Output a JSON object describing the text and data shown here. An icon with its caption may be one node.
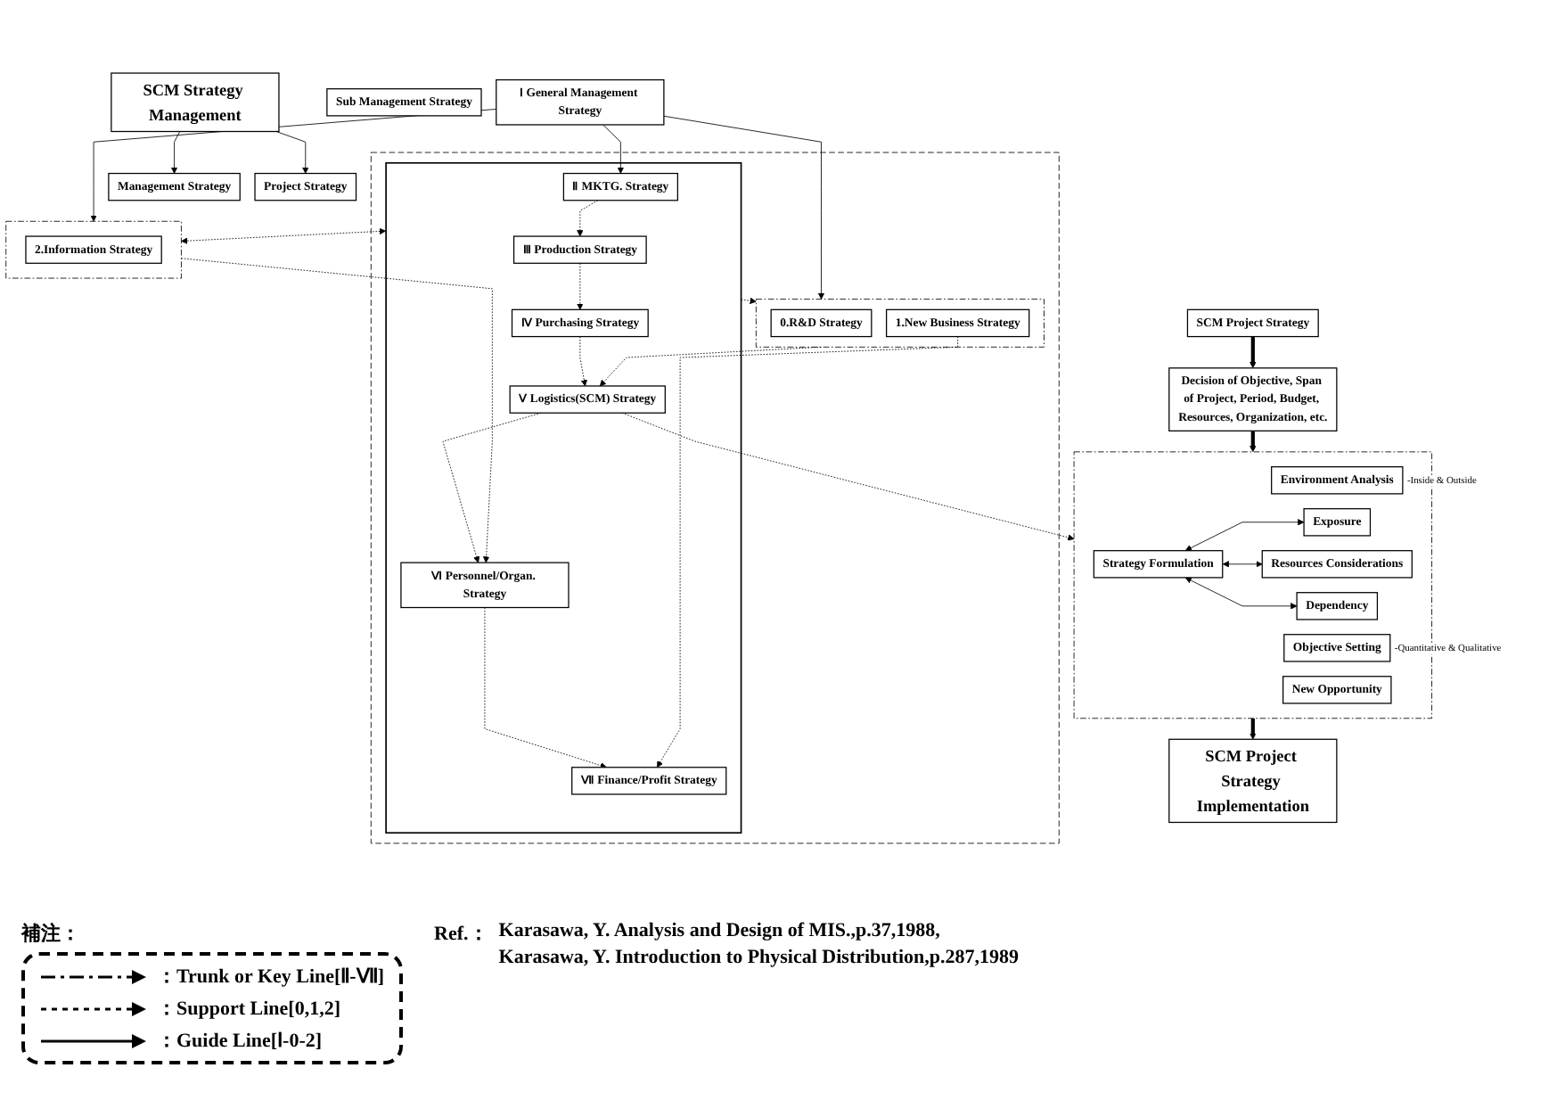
{
  "diagram": {
    "nodes": [
      {
        "text": [
          "SCM Strategy Management"
        ]
      },
      {
        "text": [
          "Management Strategy"
        ]
      },
      {
        "text": [
          "Project Strategy"
        ]
      },
      {
        "text": [
          "Sub Management Strategy"
        ]
      },
      {
        "text": [
          "SCM Project Strategy"
        ]
      },
      {
        "text": [
          "Decision of Objective, Span of Project, Period, Budget, Resources, Organization, etc."
        ]
      },
      {
        "text": [
          "Ⅰ General Management Strategy"
        ]
      },
      {
        "text": [],
        "shape": "box"
      },
      {
        "text": [],
        "shape": "box",
        "in": 7
      },
      {
        "text": [
          "0.R&D Strategy"
        ],
        "in": 8
      },
      {
        "text": [
          "1.New Business Strategy"
        ],
        "in": 8
      },
      {
        "text": [],
        "shape": "box",
        "in": 7
      },
      {
        "text": [
          "Ⅱ MKTG. Strategy"
        ],
        "in": 11
      },
      {
        "text": [
          "Ⅲ Production Strategy"
        ],
        "in": 11
      },
      {
        "text": [
          "Ⅳ Purchasing Strategy"
        ],
        "in": 11
      },
      {
        "text": [
          "Ⅴ Logistics(SCM) Strategy"
        ],
        "in": 11
      },
      {
        "text": [
          "Ⅵ Personnel/Organ. Strategy"
        ],
        "in": 11
      },
      {
        "text": [
          "Ⅶ Finance/Profit Strategy"
        ],
        "in": 11
      },
      {
        "text": [],
        "shape": "box"
      },
      {
        "text": [
          "2.Information Strategy"
        ],
        "in": 18
      },
      {
        "text": [],
        "shape": "box"
      },
      {
        "text": [
          "Environment Analysis"
        ],
        "beside": [
          "-Inside & Outside"
        ],
        "in": 20
      },
      {
        "text": [
          "Objective Setting"
        ],
        "beside": [
          "-Quantitative & Qualitative"
        ],
        "in": 20
      },
      {
        "text": [
          "Strategy Formulation"
        ],
        "in": 20
      },
      {
        "text": [
          "Exposure"
        ],
        "in": 20
      },
      {
        "text": [
          "Resources Considerations"
        ],
        "in": 20
      },
      {
        "text": [
          "Dependency"
        ],
        "in": 20
      },
      {
        "text": [
          "New Opportunity"
        ],
        "in": 20
      },
      {
        "text": [
          "SCM Project Strategy Implementation"
        ]
      }
    ],
    "edges": [
      {
        "from": 0,
        "to": 1,
        "arrow": "to"
      },
      {
        "from": 0,
        "to": 2,
        "arrow": "to"
      },
      {
        "from": 4,
        "to": 5,
        "arrow": "to",
        "style": "thick"
      },
      {
        "from": 5,
        "to": 20,
        "arrow": "to",
        "style": "thick"
      },
      {
        "from": 6,
        "to": 12,
        "arrow": "to"
      },
      {
        "from": 6,
        "to": 8,
        "arrow": "to"
      },
      {
        "from": 6,
        "to": 18,
        "arrow": "to"
      },
      {
        "from": 12,
        "to": 13,
        "arrow": "to",
        "style": "dashed"
      },
      {
        "from": 13,
        "to": 14,
        "arrow": "to",
        "style": "dashed"
      },
      {
        "from": 14,
        "to": 15,
        "arrow": "to",
        "style": "dashed"
      },
      {
        "from": 15,
        "to": 16,
        "arrow": "to",
        "style": "dashed"
      },
      {
        "from": 16,
        "to": 17,
        "arrow": "to",
        "style": "dashed"
      },
      {
        "from": 11,
        "to": 8,
        "arrow": "to",
        "style": "dashed"
      },
      {
        "from": 8,
        "to": 15,
        "arrow": "to",
        "style": "dashed"
      },
      {
        "from": 10,
        "to": 17,
        "arrow": "to",
        "style": "dashed"
      },
      {
        "from": 11,
        "to": 18,
        "arrow": "both",
        "style": "dashed"
      },
      {
        "from": 18,
        "to": 16,
        "arrow": "to",
        "style": "dashed"
      },
      {
        "from": 15,
        "to": 20,
        "arrow": "to",
        "style": "dashed"
      },
      {
        "from": 23,
        "to": 24,
        "arrow": "both"
      },
      {
        "from": 23,
        "to": 25,
        "arrow": "both"
      },
      {
        "from": 23,
        "to": 26,
        "arrow": "both"
      },
      {
        "from": 20,
        "to": 28,
        "arrow": "to",
        "style": "thick"
      }
    ],
    "labels": [
      "補注：",
      "Ref.：",
      "Karasawa, Y. Analysis and Design of MIS.,p.37,1988,",
      "Karasawa, Y. Introduction to Physical Distribution,p.287,1989"
    ],
    "legend": [
      {
        "text": "：Trunk or Key Line[Ⅱ-Ⅶ]"
      },
      {
        "text": "：Support Line[0,1,2]"
      },
      {
        "text": "：Guide Line[Ⅰ-0-2]"
      }
    ]
  }
}
